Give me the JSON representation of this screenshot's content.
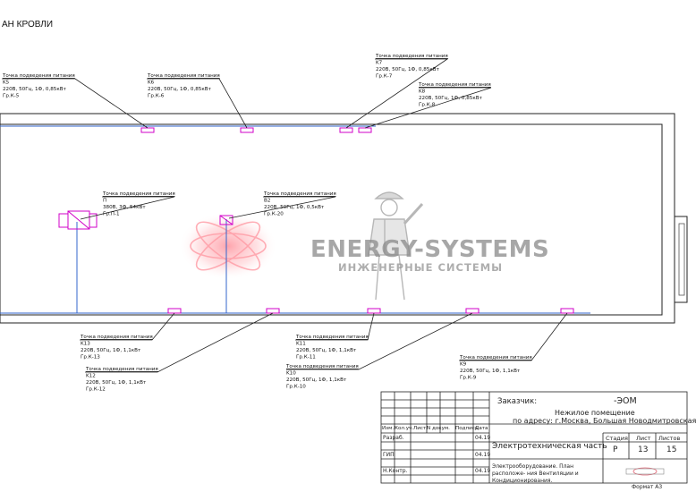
{
  "sheet_title": "АН КРОВЛИ",
  "watermark": {
    "brand": "ENERGY-SYSTEMS",
    "subtitle": "ИНЖЕНЕРНЫЕ СИСТЕМЫ"
  },
  "callouts": [
    {
      "id": "k5",
      "title": "Точка подведения питания",
      "code": "K5",
      "spec": "220В, 50Гц, 1Ф, 0,85кВт",
      "group": "Гр.К-5"
    },
    {
      "id": "k6",
      "title": "Точка подведения питания",
      "code": "K6",
      "spec": "220В, 50Гц, 1Ф, 0,85кВт",
      "group": "Гр.К-6"
    },
    {
      "id": "k7",
      "title": "Точка подведения питания",
      "code": "K7",
      "spec": "220В, 50Гц, 1Ф, 0,85кВт",
      "group": "Гр.К-7"
    },
    {
      "id": "k8",
      "title": "Точка подведения питания",
      "code": "K8",
      "spec": "220В, 50Гц, 1Ф, 0,85кВт",
      "group": "Гр.К-8"
    },
    {
      "id": "p1",
      "title": "Точка подведения питания",
      "code": "П",
      "spec": "380В, 3Ф, 54кВт",
      "group": "Гр.П-1"
    },
    {
      "id": "b2",
      "title": "Точка подведения питания",
      "code": "В2",
      "spec": "220В, 50Гц, 1Ф, 0,5кВт",
      "group": "Гр.К-20"
    },
    {
      "id": "k13",
      "title": "Точка подведения питания",
      "code": "K13",
      "spec": "220В, 50Гц, 1Ф, 1,1кВт",
      "group": "Гр.К-13"
    },
    {
      "id": "k11",
      "title": "Точка подведения питания",
      "code": "K11",
      "spec": "220В, 50Гц, 1Ф, 1,1кВт",
      "group": "Гр.К-11"
    },
    {
      "id": "k12",
      "title": "Точка подведения питания",
      "code": "K12",
      "spec": "220В, 50Гц, 1Ф, 1,1кВт",
      "group": "Гр.К-12"
    },
    {
      "id": "k10",
      "title": "Точка подведения питания",
      "code": "K10",
      "spec": "220В, 50Гц, 1Ф, 1,1кВт",
      "group": "Гр.К-10"
    },
    {
      "id": "k9",
      "title": "Точка подведения питания",
      "code": "K9",
      "spec": "220В, 50Гц, 1Ф, 1,1кВт",
      "group": "Гр.К-9"
    }
  ],
  "stamp": {
    "customer_label": "Заказчик:",
    "customer_code": "-ЭОМ",
    "address_line1": "Нежилое помещение",
    "address_line2": "по адресу: г.Москва, Большая Новодмитровская,",
    "headers": [
      "Изм.",
      "Кол.уч.",
      "Лист",
      "N докум.",
      "Подпись",
      "Дата"
    ],
    "section": "Электротехническая часть",
    "stage_label": "Стадия",
    "sheet_label": "Лист",
    "sheets_label": "Листов",
    "stage_value": "Р",
    "sheet_value": "13",
    "sheets_value": "15",
    "roles": [
      {
        "role": "Разраб.",
        "date": "04.19"
      },
      {
        "role": "ГИП",
        "date": "04.19"
      },
      {
        "role": "Н.Контр.",
        "date": "04.19"
      }
    ],
    "description": "Электрооборудование. План расположе- ния Вентиляции и Кондиционирования.",
    "format": "Формат А3"
  }
}
